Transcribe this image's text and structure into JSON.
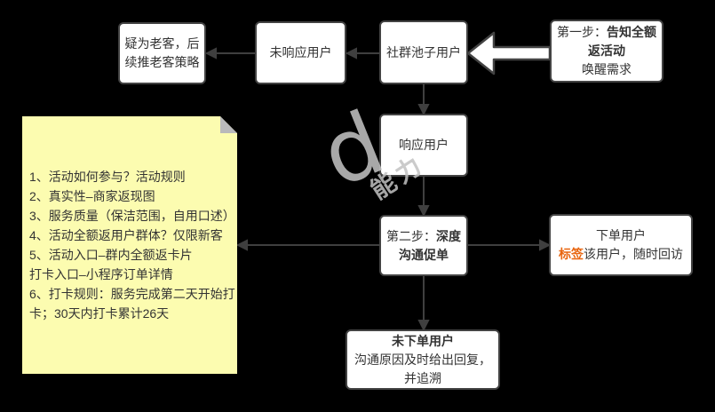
{
  "colors": {
    "background": "#000000",
    "box_fill": "#ffffff",
    "box_border": "#434343",
    "text": "#333333",
    "accent_orange": "#e8650f",
    "note_fill": "#fcfcb0",
    "note_fold": "#b9b9bb",
    "arrow": "#3f3f3f"
  },
  "nodes": {
    "step1": {
      "prefix": "第一步：",
      "bold": "告知全额返活动",
      "line2": "唤醒需求"
    },
    "pool": {
      "label": "社群池子用户"
    },
    "no_response": {
      "label": "未响应用户"
    },
    "suspect_old": {
      "text": "疑为老客，后\n续推老客策略"
    },
    "responded": {
      "label": "响应用户"
    },
    "step2": {
      "prefix": "第二步：",
      "bold": "深度沟通促单"
    },
    "ordered": {
      "title": "下单用户",
      "tag": "标签",
      "rest": "该用户，随时回访"
    },
    "not_ordered": {
      "title": "未下单用户",
      "text": "沟通原因及时给出回复，\n并追溯"
    }
  },
  "note": {
    "text": "1、活动如何参与？活动规则\n2、真实性–商家返现图\n3、服务质量（保洁范围，自用口述）\n4、活动全额返用户群体？仅限新客\n5、活动入口–群内全额返卡片\n打卡入口–小程序订单详情\n6、打卡规则：服务完成第二天开始打\n卡；30天内打卡累计26天"
  },
  "watermark": {
    "letter": "d",
    "chars": "能力"
  }
}
